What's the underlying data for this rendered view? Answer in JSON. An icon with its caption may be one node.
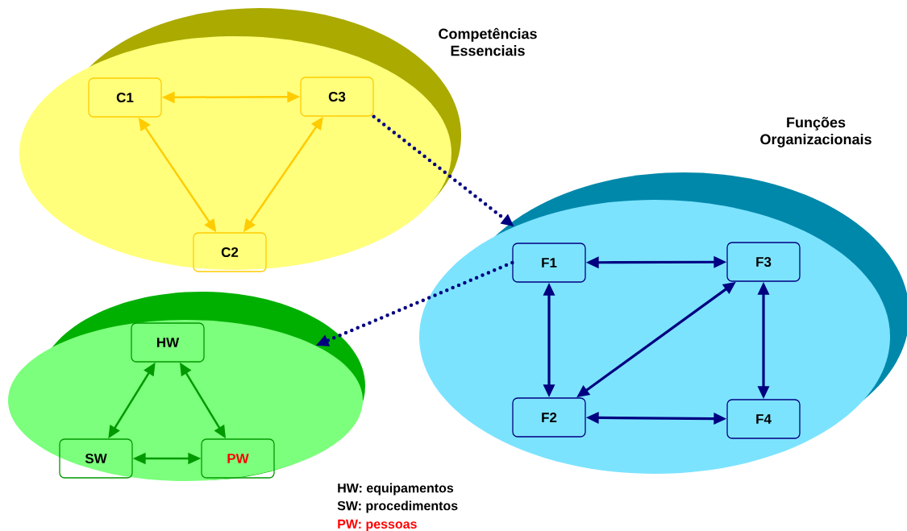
{
  "diagram": {
    "nodes": [
      {
        "text": [
          "Competências Essenciais"
        ]
      },
      {
        "text": [
          "C1"
        ],
        "in": 0
      },
      {
        "text": [
          "C3"
        ],
        "in": 0
      },
      {
        "text": [
          "C2"
        ],
        "in": 0
      },
      {
        "text": [
          "Funções Organizacionais"
        ]
      },
      {
        "text": [
          "F1"
        ],
        "in": 4
      },
      {
        "text": [
          "F3"
        ],
        "in": 4
      },
      {
        "text": [
          "F2"
        ],
        "in": 4
      },
      {
        "text": [
          "F4"
        ],
        "in": 4
      },
      {
        "text": [],
        "shape": "ellipse"
      },
      {
        "text": [
          "HW"
        ],
        "in": 9
      },
      {
        "text": [
          "SW"
        ],
        "in": 9
      },
      {
        "text": [
          "PW"
        ],
        "in": 9
      }
    ],
    "edges": [
      {
        "from": 1,
        "to": 2,
        "arrow": "both",
        "color": "#ffcc00"
      },
      {
        "from": 1,
        "to": 3,
        "arrow": "both",
        "color": "#ffcc00"
      },
      {
        "from": 2,
        "to": 3,
        "arrow": "both",
        "color": "#ffcc00"
      },
      {
        "from": 2,
        "to": 4,
        "arrow": "to",
        "style": "dashed",
        "color": "#000080"
      },
      {
        "from": 5,
        "to": 6,
        "arrow": "both",
        "color": "#000080"
      },
      {
        "from": 5,
        "to": 7,
        "arrow": "both",
        "color": "#000080"
      },
      {
        "from": 6,
        "to": 7,
        "arrow": "both",
        "color": "#000080"
      },
      {
        "from": 6,
        "to": 8,
        "arrow": "both",
        "color": "#000080"
      },
      {
        "from": 7,
        "to": 8,
        "arrow": "both",
        "color": "#000080"
      },
      {
        "from": 5,
        "to": 9,
        "arrow": "to",
        "style": "dashed",
        "color": "#000080"
      },
      {
        "from": 10,
        "to": 11,
        "arrow": "both",
        "color": "#009900"
      },
      {
        "from": 10,
        "to": 12,
        "arrow": "both",
        "color": "#009900"
      },
      {
        "from": 11,
        "to": 12,
        "arrow": "both",
        "color": "#009900"
      }
    ],
    "labels": [
      "HW: equipamentos",
      "SW: procedimentos",
      "PW: pessoas"
    ]
  }
}
